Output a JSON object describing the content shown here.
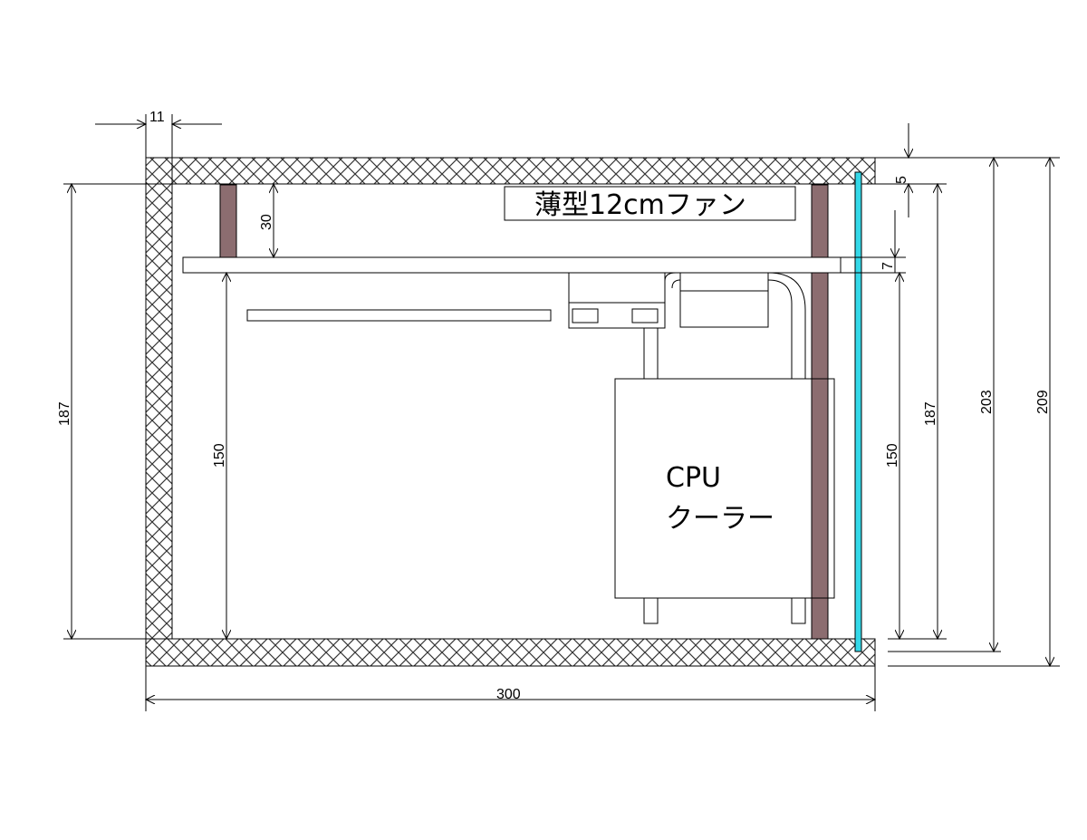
{
  "labels": {
    "fan": "薄型12cmファン",
    "cooler_line1": "CPU",
    "cooler_line2": "クーラー"
  },
  "dimensions": {
    "wall_thickness": "11",
    "width": "300",
    "inner_height_left": "187",
    "inner_height_right": "187",
    "height_203": "203",
    "height_209": "209",
    "fan_clearance": "30",
    "board_thickness": "7",
    "top_gap": "5",
    "board_to_bottom_left": "150",
    "board_to_bottom_right": "150"
  },
  "colors": {
    "wall_fill": "#ffffff",
    "wall_hatch": "#333333",
    "fan_bar": "#8c6d70",
    "glass_panel": "#34d8e8",
    "line": "#000000"
  }
}
